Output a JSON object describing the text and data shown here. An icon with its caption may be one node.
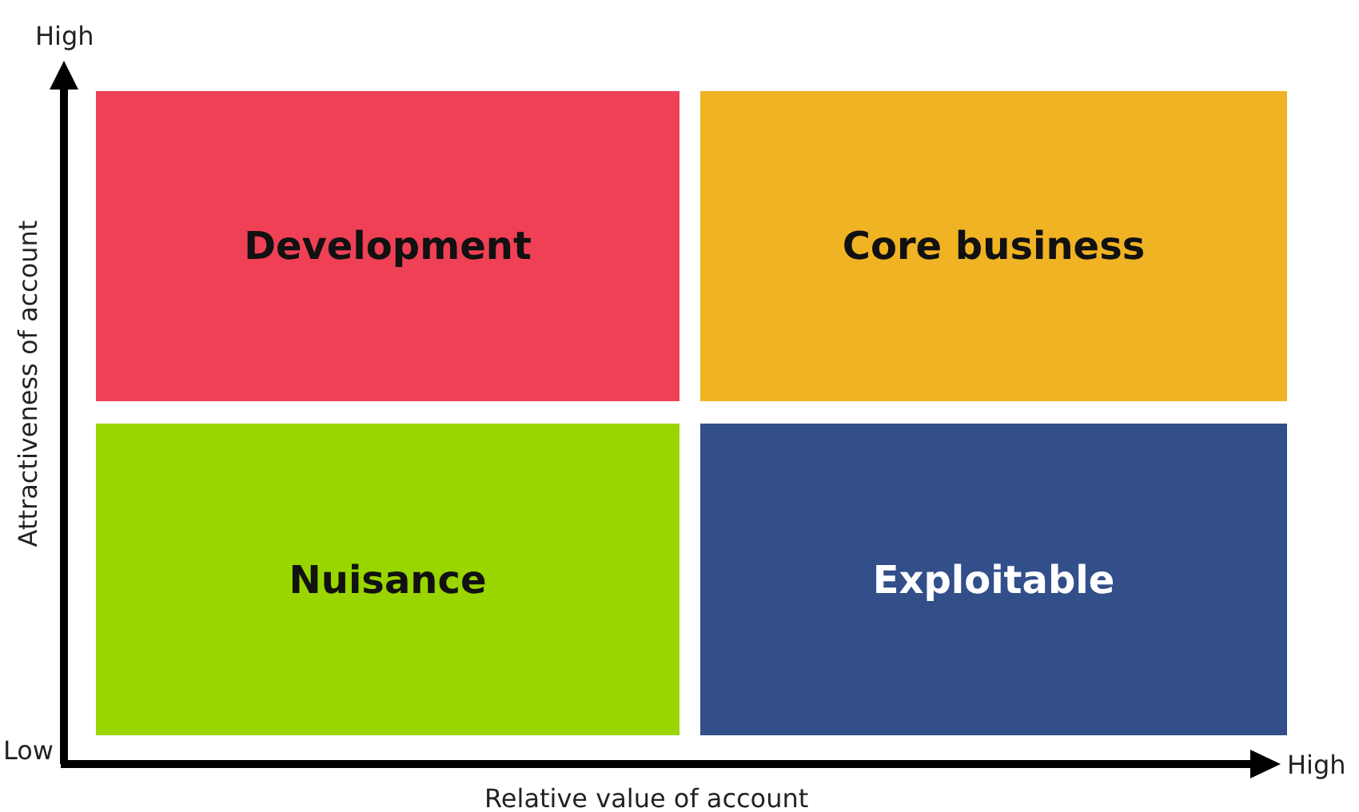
{
  "diagram": {
    "nodes": [
      {
        "text": [
          "Development"
        ]
      },
      {
        "text": [
          "Core business"
        ]
      },
      {
        "text": [
          "Nuisance"
        ]
      },
      {
        "text": [
          "Exploitable"
        ]
      }
    ],
    "labels": [
      "High",
      "Attractiveness of account",
      "Low",
      "High",
      "Relative value of account"
    ]
  }
}
